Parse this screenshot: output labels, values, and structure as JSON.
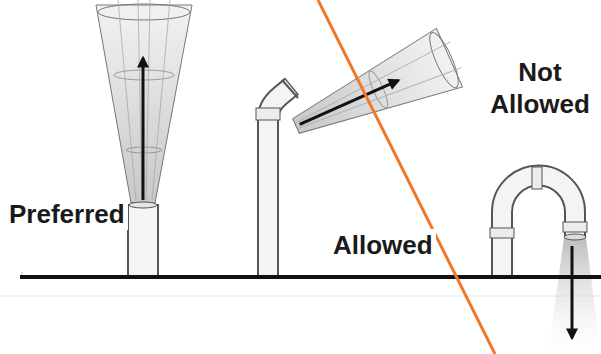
{
  "diagram": {
    "labels": [
      "Preferred",
      "Allowed",
      "Not Allowed"
    ]
  }
}
